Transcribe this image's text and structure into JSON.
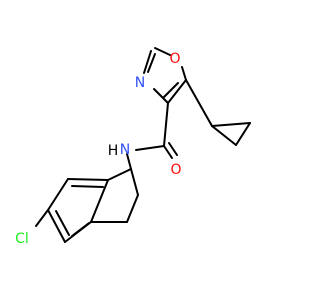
{
  "molecule": {
    "atom_labels": {
      "oxazole_nitrogen": "N",
      "oxazole_oxygen": "O",
      "amide_nitrogen": "N",
      "amide_hydrogen": "H",
      "carbonyl_oxygen": "O",
      "chlorine": "Cl"
    },
    "colors": {
      "bond": "#000000",
      "nitrogen": "#3050f8",
      "oxygen": "#ff0d0d",
      "chlorine": "#1ff01f",
      "carbon_label": "#000000",
      "background": "#ffffff"
    }
  }
}
